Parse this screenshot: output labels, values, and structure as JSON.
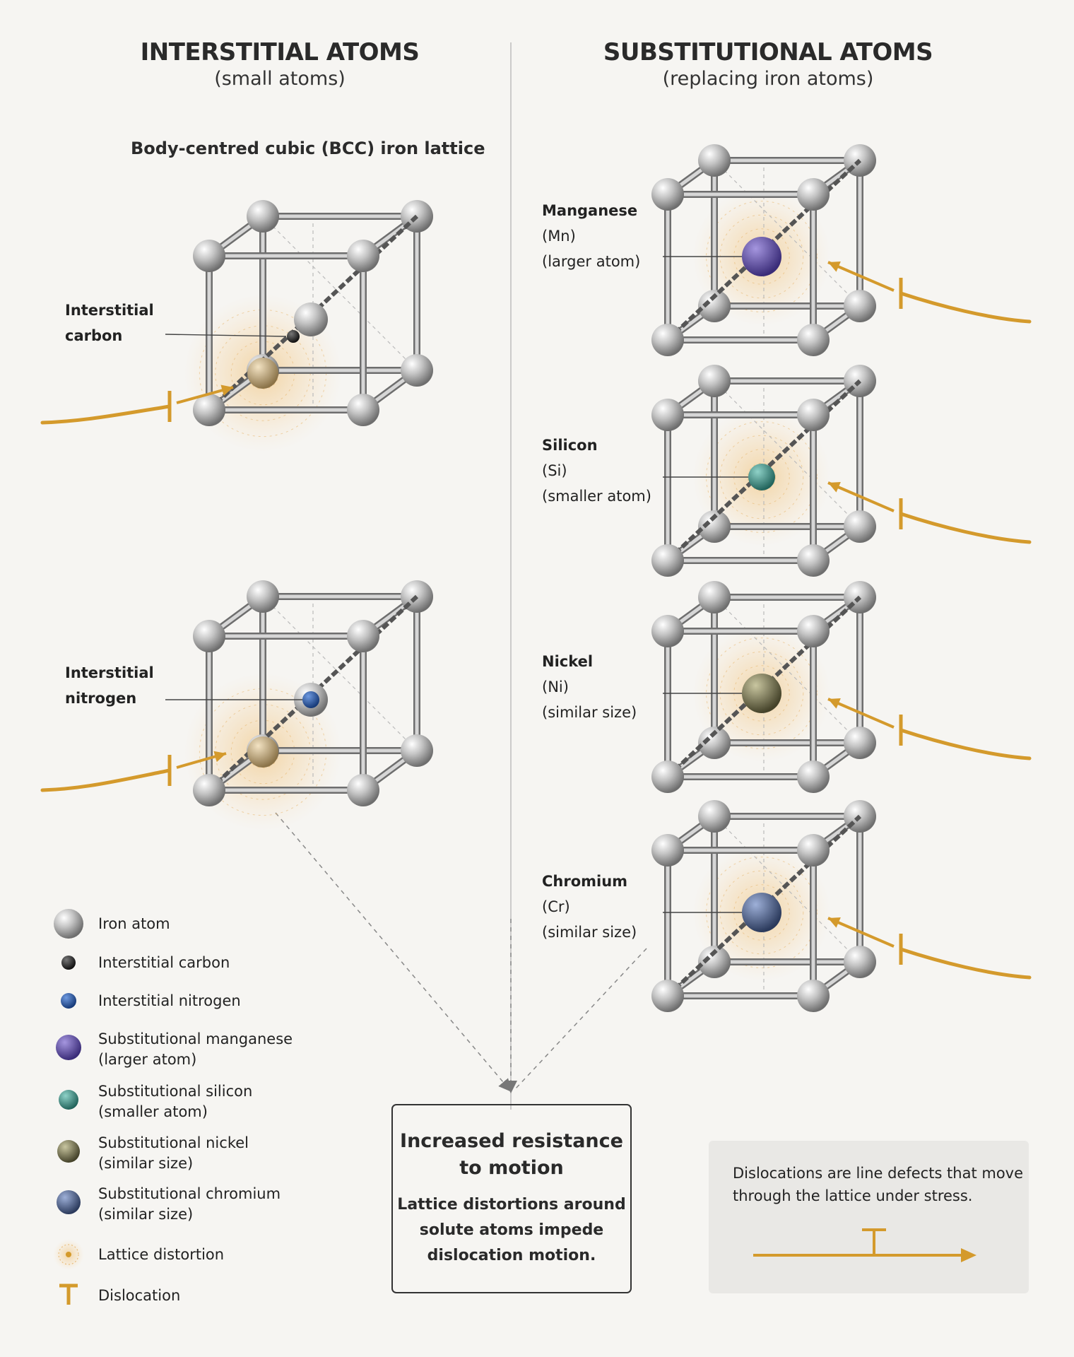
{
  "headings": {
    "left_title": "INTERSTITIAL ATOMS",
    "left_subtitle": "(small atoms)",
    "right_title": "SUBSTITUTIONAL ATOMS",
    "right_subtitle": "(replacing iron atoms)",
    "lattice_caption": "Body-centred cubic (BCC) iron lattice"
  },
  "labels": {
    "carbon": [
      "Interstitial",
      "carbon"
    ],
    "nitrogen": [
      "Interstitial",
      "nitrogen"
    ],
    "manganese": [
      "Manganese",
      "(Mn)",
      "(larger atom)"
    ],
    "silicon": [
      "Silicon",
      "(Si)",
      "(smaller atom)"
    ],
    "nickel": [
      "Nickel",
      "(Ni)",
      "(similar size)"
    ],
    "chromium": [
      "Chromium",
      "(Cr)",
      "(similar size)"
    ]
  },
  "legend": [
    {
      "label": [
        "Iron atom"
      ],
      "icon": "iron-atom-icon",
      "color": "#a9a9a9"
    },
    {
      "label": [
        "Interstitial carbon"
      ],
      "icon": "carbon-atom-icon",
      "color": "#2b2b2b"
    },
    {
      "label": [
        "Interstitial nitrogen"
      ],
      "icon": "nitrogen-atom-icon",
      "color": "#1f4f9a"
    },
    {
      "label": [
        "Substitutional manganese",
        "(larger atom)"
      ],
      "icon": "manganese-atom-icon",
      "color": "#5a4a9a"
    },
    {
      "label": [
        "Substitutional silicon",
        "(smaller atom)"
      ],
      "icon": "silicon-atom-icon",
      "color": "#3e8a80"
    },
    {
      "label": [
        "Substitutional nickel",
        "(similar size)"
      ],
      "icon": "nickel-atom-icon",
      "color": "#6f6d46"
    },
    {
      "label": [
        "Substitutional chromium",
        "(similar size)"
      ],
      "icon": "chromium-atom-icon",
      "color": "#4a5c86"
    },
    {
      "label": [
        "Lattice distortion"
      ],
      "icon": "lattice-distortion-icon",
      "color": "#f2c98a"
    },
    {
      "label": [
        "Dislocation"
      ],
      "icon": "dislocation-icon",
      "color": "#d49a2c"
    }
  ],
  "result_box": {
    "title": [
      "Increased resistance",
      "to motion"
    ],
    "body": [
      "Lattice distortions around",
      "solute atoms impede",
      "dislocation motion."
    ]
  },
  "note": {
    "text": [
      "Dislocations are line defects that move",
      "through the lattice under stress."
    ]
  },
  "colors": {
    "iron": "#a9a9a9",
    "lattice_bar": "#8d8d8d",
    "dislocation": "#d49a2c",
    "distortion": "#f2c98a",
    "carbon": "#2b2b2b",
    "nitrogen": "#1f4f9a",
    "manganese": "#5a4a9a",
    "silicon": "#3e8a80",
    "nickel": "#6f6d46",
    "chromium": "#4a5c86"
  }
}
